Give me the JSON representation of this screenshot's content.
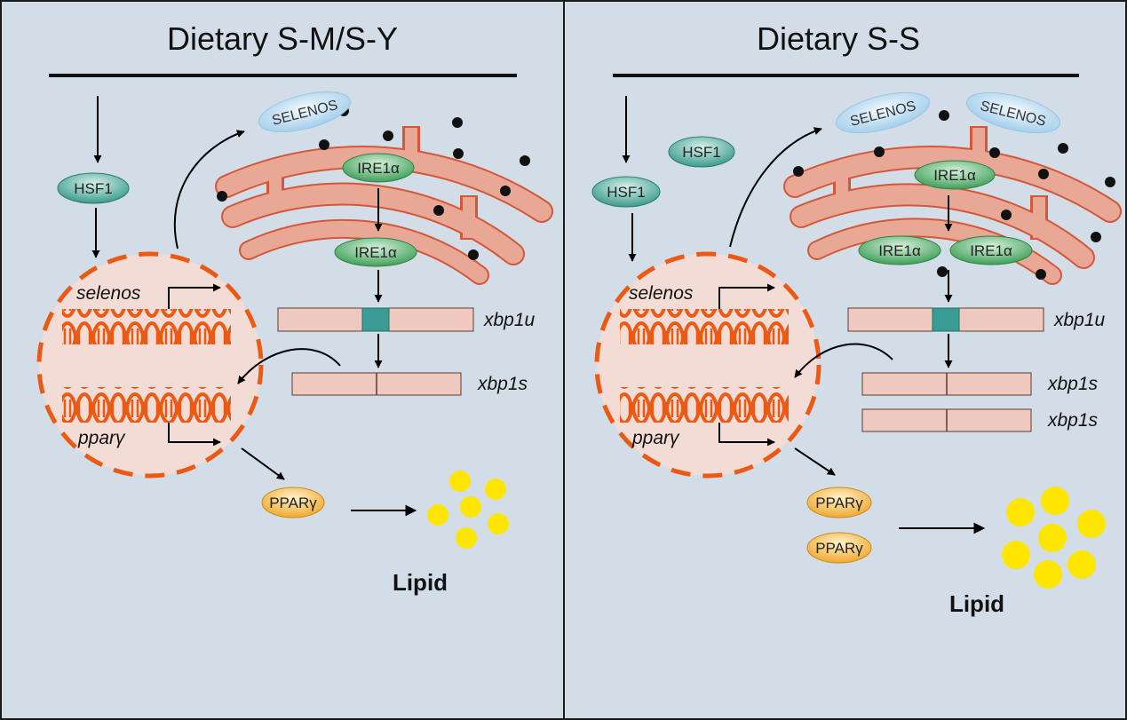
{
  "panels": [
    {
      "title": "Dietary S-M/S-Y",
      "hsf1": [
        "HSF1"
      ],
      "selenos_protein": [
        "SELENOS"
      ],
      "ire1a": [
        "IRE1α",
        "IRE1α"
      ],
      "gene_selenos": "selenos",
      "gene_ppary": "pparγ",
      "xbp1u": "xbp1u",
      "xbp1s": [
        "xbp1s"
      ],
      "ppary_protein": [
        "PPARγ"
      ],
      "lipid_label": "Lipid"
    },
    {
      "title": "Dietary S-S",
      "hsf1": [
        "HSF1",
        "HSF1"
      ],
      "selenos_protein": [
        "SELENOS",
        "SELENOS"
      ],
      "ire1a": [
        "IRE1α",
        "IRE1α",
        "IRE1α"
      ],
      "gene_selenos": "selenos",
      "gene_ppary": "pparγ",
      "xbp1u": "xbp1u",
      "xbp1s": [
        "xbp1s",
        "xbp1s"
      ],
      "ppary_protein": [
        "PPARγ",
        "PPARγ"
      ],
      "lipid_label": "Lipid"
    }
  ],
  "colors": {
    "background": "#d3dde7",
    "hsf1_fill": "#3a9b8c",
    "ire1a_fill": "#3e9f58",
    "selenos_fill": "#c3ddef",
    "ppary_fill": "#f2b640",
    "er_fill": "#e9a895",
    "er_stroke": "#d4573a",
    "nucleus_fill": "#f3dcd6",
    "dna": "#ea5a15",
    "mrna_fill": "#efc9c0",
    "splice_site": "#3a9c95",
    "lipid": "#ffe600"
  }
}
